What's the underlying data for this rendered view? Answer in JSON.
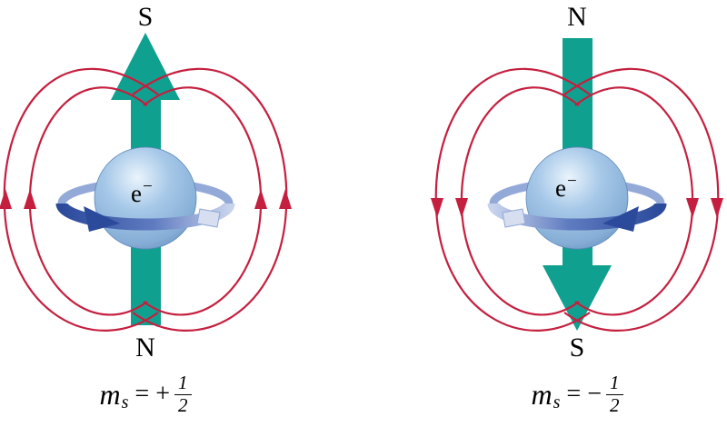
{
  "figure": {
    "colors": {
      "moment_arrow": "#10A08F",
      "field_line": "#C51F3F",
      "ring_dark": "#2B4A9B",
      "ring_back": "#93A9D8",
      "text": "#000000"
    },
    "panels": [
      {
        "top_pole": "S",
        "bottom_pole": "N",
        "electron_symbol": "e",
        "electron_charge": "−",
        "equation": {
          "var": "m",
          "sub": "s",
          "equals": "=",
          "sign": "+",
          "numerator": "1",
          "denominator": "2"
        }
      },
      {
        "top_pole": "N",
        "bottom_pole": "S",
        "electron_symbol": "e",
        "electron_charge": "−",
        "equation": {
          "var": "m",
          "sub": "s",
          "equals": "=",
          "sign": "−",
          "numerator": "1",
          "denominator": "2"
        }
      }
    ]
  }
}
